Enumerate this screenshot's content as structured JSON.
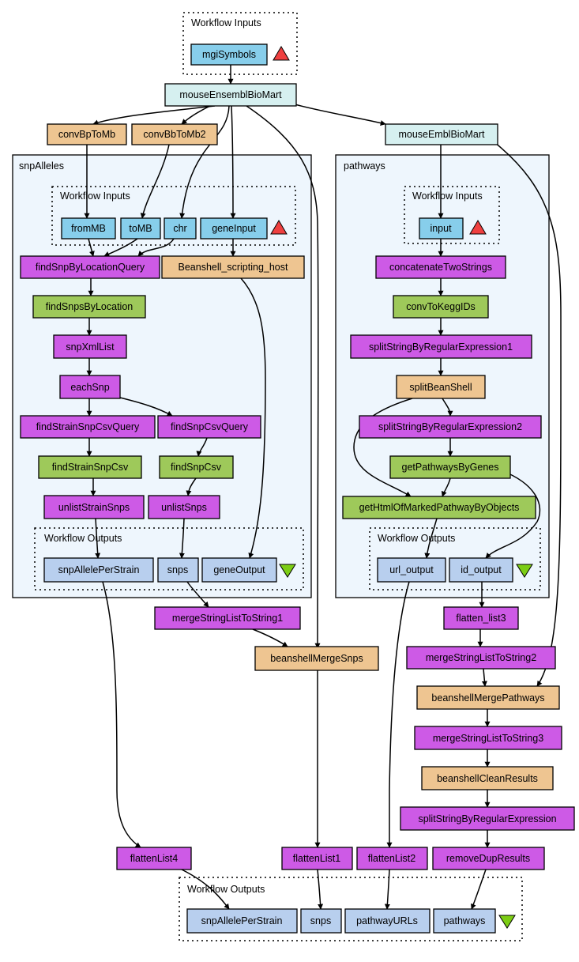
{
  "colors": {
    "processor_purple": "#cd5ae6",
    "service_green": "#9ec95a",
    "beanshell_tan": "#eec591",
    "biomart_cyan": "#d6f0f0",
    "input_blue": "#87ceeb",
    "output_blue": "#b8cfee",
    "cluster_fill": "#eef6fd",
    "input_triangle": "#ef4040",
    "output_triangle": "#7ccd14"
  },
  "clusters": {
    "workflow_inputs": "Workflow Inputs",
    "snp_alleles": "snpAlleles",
    "snp_inputs": "Workflow Inputs",
    "snp_outputs": "Workflow Outputs",
    "pathways": "pathways",
    "pathway_inputs": "Workflow Inputs",
    "pathway_outputs": "Workflow Outputs",
    "workflow_outputs": "Workflow Outputs"
  },
  "nodes": {
    "mgiSymbols": "mgiSymbols",
    "mouseEnsemblBioMart": "mouseEnsemblBioMart",
    "convBpToMb": "convBpToMb",
    "convBbToMb2": "convBbToMb2",
    "mouseEmblBioMart": "mouseEmblBioMart",
    "fromMB": "fromMB",
    "toMB": "toMB",
    "chr": "chr",
    "geneInput": "geneInput",
    "findSnpByLocationQuery": "findSnpByLocationQuery",
    "beanshell_scripting_host": "Beanshell_scripting_host",
    "findSnpsByLocation": "findSnpsByLocation",
    "snpXmlList": "snpXmlList",
    "eachSnp": "eachSnp",
    "findStrainSnpCsvQuery": "findStrainSnpCsvQuery",
    "findSnpCsvQuery": "findSnpCsvQuery",
    "findStrainSnpCsv": "findStrainSnpCsv",
    "findSnpCsv": "findSnpCsv",
    "unlistStrainSnps": "unlistStrainSnps",
    "unlistSnps": "unlistSnps",
    "snpAllelePerStrain_inner": "snpAllelePerStrain",
    "snps_inner": "snps",
    "geneOutput": "geneOutput",
    "input": "input",
    "concatenateTwoStrings": "concatenateTwoStrings",
    "convToKeggIDs": "convToKeggIDs",
    "splitStringByRegularExpression1": "splitStringByRegularExpression1",
    "splitBeanShell": "splitBeanShell",
    "splitStringByRegularExpression2": "splitStringByRegularExpression2",
    "getPathwaysByGenes": "getPathwaysByGenes",
    "getHtmlOfMarkedPathwayByObjects": "getHtmlOfMarkedPathwayByObjects",
    "url_output": "url_output",
    "id_output": "id_output",
    "mergeStringListToString1": "mergeStringListToString1",
    "beanshellMergeSnps": "beanshellMergeSnps",
    "flatten_list3": "flatten_list3",
    "mergeStringListToString2": "mergeStringListToString2",
    "beanshellMergePathways": "beanshellMergePathways",
    "mergeStringListToString3": "mergeStringListToString3",
    "beanshellCleanResults": "beanshellCleanResults",
    "splitStringByRegularExpression": "splitStringByRegularExpression",
    "flattenList4": "flattenList4",
    "flattenList1": "flattenList1",
    "flattenList2": "flattenList2",
    "removeDupResults": "removeDupResults",
    "out_snpAllelePerStrain": "snpAllelePerStrain",
    "out_snps": "snps",
    "out_pathwayURLs": "pathwayURLs",
    "out_pathways": "pathways"
  }
}
